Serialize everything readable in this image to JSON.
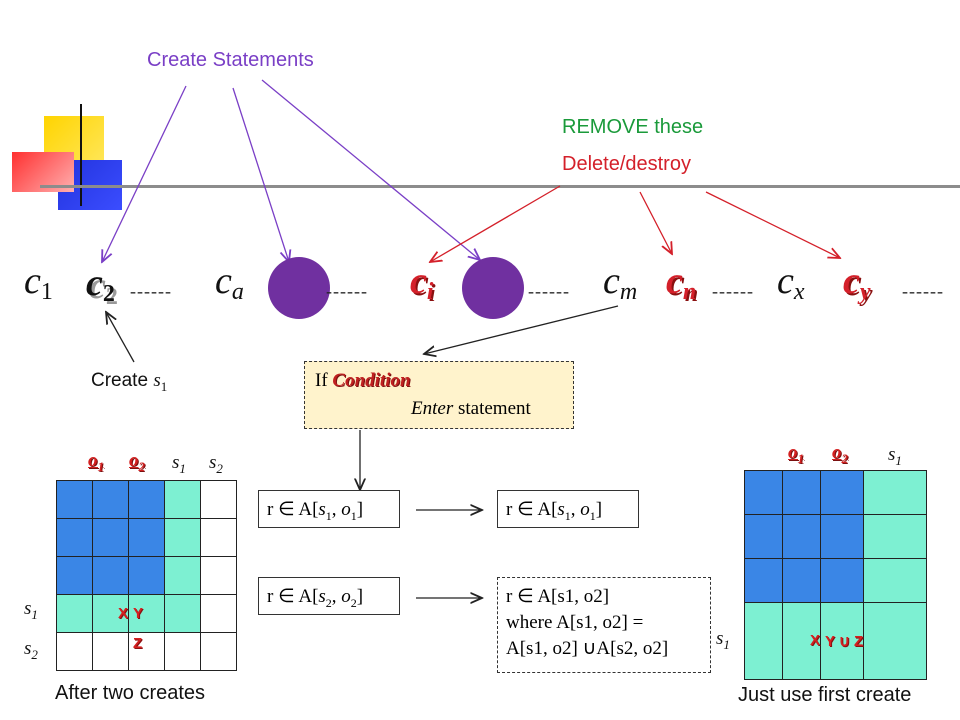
{
  "labels": {
    "create_statements": "Create Statements",
    "remove_these": "REMOVE these",
    "delete_destroy": "Delete/destroy",
    "create_s1": "Create ",
    "create_s1_sym": "s",
    "create_s1_sub": "1"
  },
  "subjects": [
    {
      "base": "c",
      "sub": "1",
      "style": "plain"
    },
    {
      "base": "c",
      "sub": "2",
      "style": "shadow"
    },
    {
      "base": "c",
      "sub": "a",
      "style": "plain"
    },
    {
      "base": "c",
      "sub": "i",
      "style": "red"
    },
    {
      "base": "c",
      "sub": "m",
      "style": "plain"
    },
    {
      "base": "c",
      "sub": "n",
      "style": "red"
    },
    {
      "base": "c",
      "sub": "x",
      "style": "plain"
    },
    {
      "base": "c",
      "sub": "y",
      "style": "red"
    }
  ],
  "separator": "------",
  "condition_box": {
    "if_text": "If ",
    "condition": "Condition",
    "enter": "Enter",
    "statement": " statement"
  },
  "rules": {
    "left1": {
      "pre": "r ",
      "sym": "∈",
      "mid": " A[",
      "s": "s",
      "s_sub": "1",
      "comma": ", ",
      "o": "o",
      "o_sub": "1",
      "end": "]"
    },
    "right1": {
      "pre": "r ",
      "sym": "∈",
      "mid": " A[",
      "s": "s",
      "s_sub": "1",
      "comma": ", ",
      "o": "o",
      "o_sub": "1",
      "end": "]"
    },
    "left2": {
      "pre": "r ",
      "sym": "∈",
      "mid": " A[",
      "s": "s",
      "s_sub": "2",
      "comma": ", ",
      "o": "o",
      "o_sub": "2",
      "end": "]"
    },
    "right2_line1": "r ∈ A[s1, o2]",
    "right2_line2": "where A[s1, o2] =",
    "right2_line3": "A[s1, o2] ∪A[s2, o2]"
  },
  "left_matrix": {
    "col_headers": [
      {
        "base": "o",
        "sub": "1",
        "kind": "object"
      },
      {
        "base": "o",
        "sub": "2",
        "kind": "object"
      },
      {
        "base": "s",
        "sub": "1",
        "kind": "subject"
      },
      {
        "base": "s",
        "sub": "2",
        "kind": "subject"
      }
    ],
    "row_headers": [
      {
        "base": "s",
        "sub": "1"
      },
      {
        "base": "s",
        "sub": "2"
      }
    ],
    "marks": {
      "x": "X",
      "y": "Y",
      "z": "Z"
    },
    "caption": "After two creates"
  },
  "right_matrix": {
    "col_headers": [
      {
        "base": "o",
        "sub": "1",
        "kind": "object"
      },
      {
        "base": "o",
        "sub": "2",
        "kind": "object"
      },
      {
        "base": "s",
        "sub": "1",
        "kind": "subject"
      }
    ],
    "row_header": {
      "base": "s",
      "sub": "1"
    },
    "marks": {
      "x": "X",
      "yz": "Y ∪ Z"
    },
    "caption": "Just use first create"
  },
  "colors": {
    "purple": "#7a3fc6",
    "green": "#1a9a3a",
    "red": "#d4202a",
    "blue_cell": "#3a86e6",
    "teal_cell": "#7df0d2",
    "circle": "#7030a0"
  }
}
